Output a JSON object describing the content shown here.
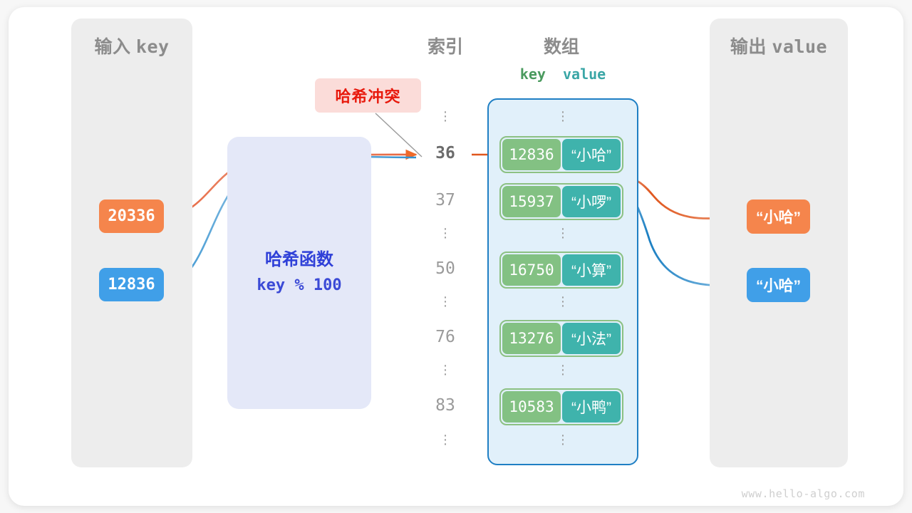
{
  "watermark": "www.hello-algo.com",
  "panels": {
    "input": {
      "title_cjk": "输入",
      "title_mono": "key"
    },
    "output": {
      "title_cjk": "输出",
      "title_mono": "value"
    }
  },
  "headings": {
    "index": "索引",
    "array": "数组",
    "key": "key",
    "value": "value"
  },
  "collision": {
    "label": "哈希冲突",
    "text_color": "#e8190c",
    "bg_color": "#fbdcd9"
  },
  "hash_function": {
    "title": "哈希函数",
    "expression": "key % 100",
    "text_color": "#2f40d8",
    "bg_color": "#e4e8f8"
  },
  "inputs": [
    {
      "value": "20336",
      "color": "#f5854c"
    },
    {
      "value": "12836",
      "color": "#409fe8"
    }
  ],
  "outputs": [
    {
      "value": "“小哈”",
      "color": "#f5854c"
    },
    {
      "value": "“小哈”",
      "color": "#409fe8"
    }
  ],
  "array": {
    "border_color": "#1f7fc4",
    "bg_color": "#e1f0fa",
    "key_color": "#83c183",
    "value_color": "#3fb3ac",
    "rows": [
      {
        "index": "",
        "kind": "ellipsis"
      },
      {
        "index": "36",
        "kind": "entry",
        "highlight": true,
        "key": "12836",
        "value": "“小哈”"
      },
      {
        "index": "37",
        "kind": "entry",
        "highlight": false,
        "key": "15937",
        "value": "“小啰”"
      },
      {
        "index": "",
        "kind": "ellipsis"
      },
      {
        "index": "50",
        "kind": "entry",
        "highlight": false,
        "key": "16750",
        "value": "“小算”"
      },
      {
        "index": "",
        "kind": "ellipsis"
      },
      {
        "index": "76",
        "kind": "entry",
        "highlight": false,
        "key": "13276",
        "value": "“小法”"
      },
      {
        "index": "",
        "kind": "ellipsis"
      },
      {
        "index": "83",
        "kind": "entry",
        "highlight": false,
        "key": "10583",
        "value": "“小鸭”"
      },
      {
        "index": "",
        "kind": "ellipsis"
      }
    ]
  }
}
